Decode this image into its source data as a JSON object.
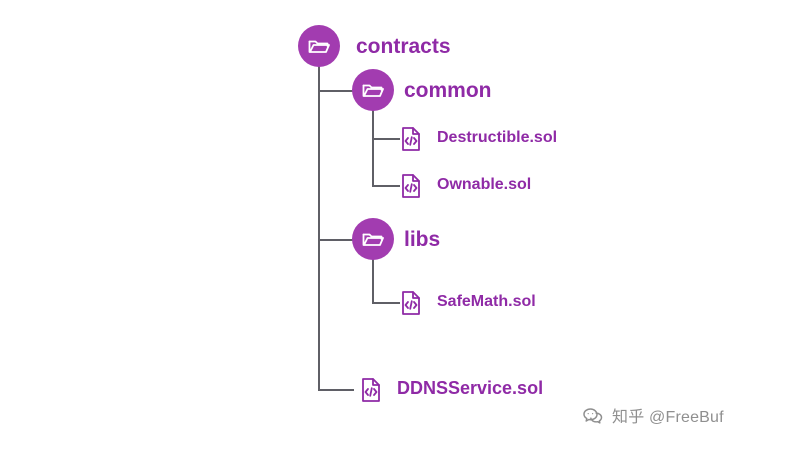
{
  "diagram": {
    "nodes": [
      {
        "id": "contracts",
        "label": "contracts",
        "kind": "folder",
        "icon": "folder-open-icon"
      },
      {
        "id": "common",
        "label": "common",
        "kind": "folder",
        "icon": "folder-open-icon"
      },
      {
        "id": "destructible",
        "label": "Destructible.sol",
        "kind": "file",
        "icon": "code-file-icon"
      },
      {
        "id": "ownable",
        "label": "Ownable.sol",
        "kind": "file",
        "icon": "code-file-icon"
      },
      {
        "id": "libs",
        "label": "libs",
        "kind": "folder",
        "icon": "folder-open-icon"
      },
      {
        "id": "safemath",
        "label": "SafeMath.sol",
        "kind": "file",
        "icon": "code-file-icon"
      },
      {
        "id": "ddnsservice",
        "label": "DDNSService.sol",
        "kind": "file",
        "icon": "code-file-icon"
      }
    ],
    "watermark": {
      "text": "知乎 @FreeBuf",
      "icon": "wechat-icon"
    },
    "colors": {
      "accent": "#a23cb0",
      "label": "#8f2aa6",
      "line": "#5f5f66",
      "watermark": "#8a8a8a"
    }
  }
}
